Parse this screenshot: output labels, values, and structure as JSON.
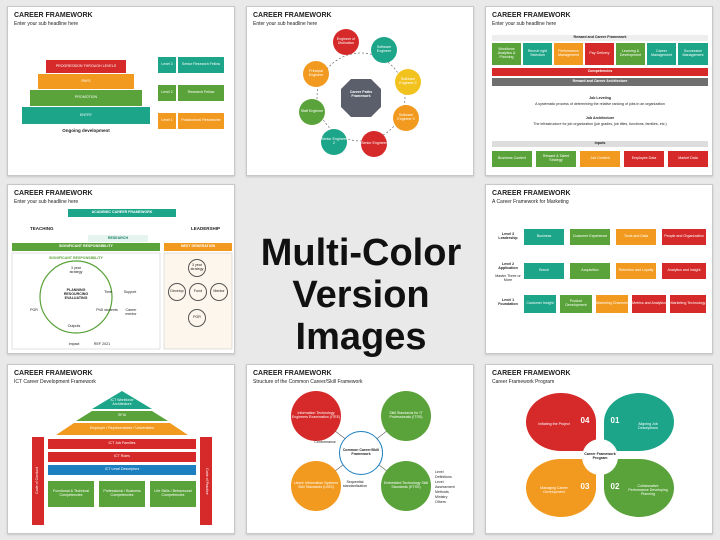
{
  "center": {
    "line1": "Multi-Color",
    "line2": "Version Images"
  },
  "slides": [
    {
      "title": "CAREER FRAMEWORK",
      "subtitle": "Enter your sub headline here",
      "steps": [
        "PROGRESSION THROUGH LEVELS",
        "PAYS",
        "PROMOTION",
        "ENTRY"
      ],
      "levels": [
        {
          "label": "Level 3",
          "text": "Senior Research Fellow"
        },
        {
          "label": "Level 2",
          "text": "Research Fellow"
        },
        {
          "label": "Level 1",
          "text": "Postdoctoral Researcher"
        }
      ],
      "footer": "Ongoing development"
    },
    {
      "title": "CAREER FRAMEWORK",
      "subtitle": "Enter your sub headline here",
      "hub": "Career Paths Framework",
      "nodes": [
        "Software Engineer",
        "Software Engineer 2",
        "Software Engineer 3",
        "Senior Engineer",
        "Senior Engineer 2",
        "Staff Engineer",
        "Principal Engineer",
        "Engineer of Distinction"
      ]
    },
    {
      "title": "CAREER FRAMEWORK",
      "subtitle": "Enter your sub headline here",
      "header": "Reward and Career Framework",
      "top_boxes": [
        "Workforce Analytics & Planning",
        "Recruit right Selection",
        "Performance Management",
        "Pay Delivery",
        "Learning & Development",
        "Career Management",
        "Succession Management"
      ],
      "competencies": "Competencies",
      "reward_arch": "Reward and Career Architecture",
      "job_leveling": "Job Leveling",
      "job_leveling_desc": "A systematic process of determining the relative ranking of jobs in an organization",
      "job_arch": "Job Architecture",
      "job_arch_desc": "The infrastructure for job organization (job grades, job titles, functions, families, etc.)",
      "inputs": "Inputs",
      "bottom_boxes": [
        "Business Context",
        "Reward & Talent Strategy",
        "Job Content",
        "Employee Data",
        "Market Data"
      ]
    },
    {
      "title": "CAREER FRAMEWORK",
      "subtitle": "Enter your sub headline here",
      "banner": "ACADEMIC CAREER FRAMEWORK",
      "teaching": "TEACHING",
      "research": "RESEARCH",
      "leadership": "LEADERSHIP",
      "significant": "SIGNIFICANT RESPONSIBILITY",
      "next_gen": "NEXT GENERATION",
      "cycle_title": "SIGNIFICANT RESPONSIBILITY",
      "planning": "PLANNING RESOURCING EVALUATING",
      "items": [
        "3 year strategy",
        "Time",
        "Support",
        "PhD students",
        "Career mentor",
        "Outputs",
        "Impact",
        "PGR"
      ],
      "ref": "REF 2021",
      "next_items": [
        "3 year strategy",
        "Develop",
        "Fund",
        "Mentor",
        "PGR"
      ]
    },
    {
      "title": "CAREER FRAMEWORK",
      "subtitle": "A Career Framework for Marketing",
      "levels": [
        {
          "name": "Level 3 Leadership",
          "boxes": [
            "Business",
            "Customer Experience",
            "Tools and Data",
            "People and Organization"
          ]
        },
        {
          "name": "Level 2 Application",
          "note": "Master Three or More",
          "boxes": [
            "Brand",
            "Acquisition",
            "Retention and Loyalty",
            "Analytics and Insight"
          ]
        },
        {
          "name": "Level 1 Foundation",
          "boxes": [
            "Customer Insight",
            "Product Development",
            "Marketing Channels",
            "Metrics and Analytics",
            "Marketing Technology"
          ]
        }
      ]
    },
    {
      "title": "CAREER FRAMEWORK",
      "subtitle": "ICT Career Development Framework",
      "roof": [
        "ICT Workforce Architecture",
        "SFIA",
        "Employer / Representative / Universities"
      ],
      "rows": [
        "ICT Job Families",
        "ICT Roles",
        "ICT Level Descriptors"
      ],
      "pillars": [
        "Code of Conduct",
        "Code of Practice"
      ],
      "bottom": [
        "Functional & Technical Competencies",
        "Professional / Business Competencies",
        "Life Skills / Behavioural Competencies"
      ]
    },
    {
      "title": "CAREER FRAMEWORK",
      "subtitle": "Structure of the Common Career/Skill Framework",
      "hub": "Common Career/Skill Framework",
      "nodes": [
        "Information Technology Engineers Examination (ITEE)",
        "Skill Standards for IT Professionals (ITSS)",
        "Users' Information Systems Skill Standards (UISS)",
        "Embedded Technology Skill Standards (ETSS)"
      ],
      "link_left": "Conformance",
      "link_bottom": "Sequential standardization",
      "bullets": [
        "Level",
        "Definitions",
        "Level",
        "Assessment",
        "Methods",
        "Ministry",
        "Others"
      ]
    },
    {
      "title": "CAREER FRAMEWORK",
      "subtitle": "Career Framework Program",
      "hub": "Career Framework Program",
      "parts": [
        {
          "num": "04",
          "text": "Initiating the Project"
        },
        {
          "num": "01",
          "text": "Aligning Job Descriptions"
        },
        {
          "num": "03",
          "text": "Managing Career Development"
        },
        {
          "num": "02",
          "text": "Collaborative Performance Developing Planning"
        }
      ]
    }
  ],
  "colors": {
    "red": "#d62a2a",
    "orange": "#f29a1f",
    "green": "#5aa33a",
    "teal": "#1ca589",
    "yellow": "#f2c21f",
    "gray": "#8b8b8b"
  }
}
